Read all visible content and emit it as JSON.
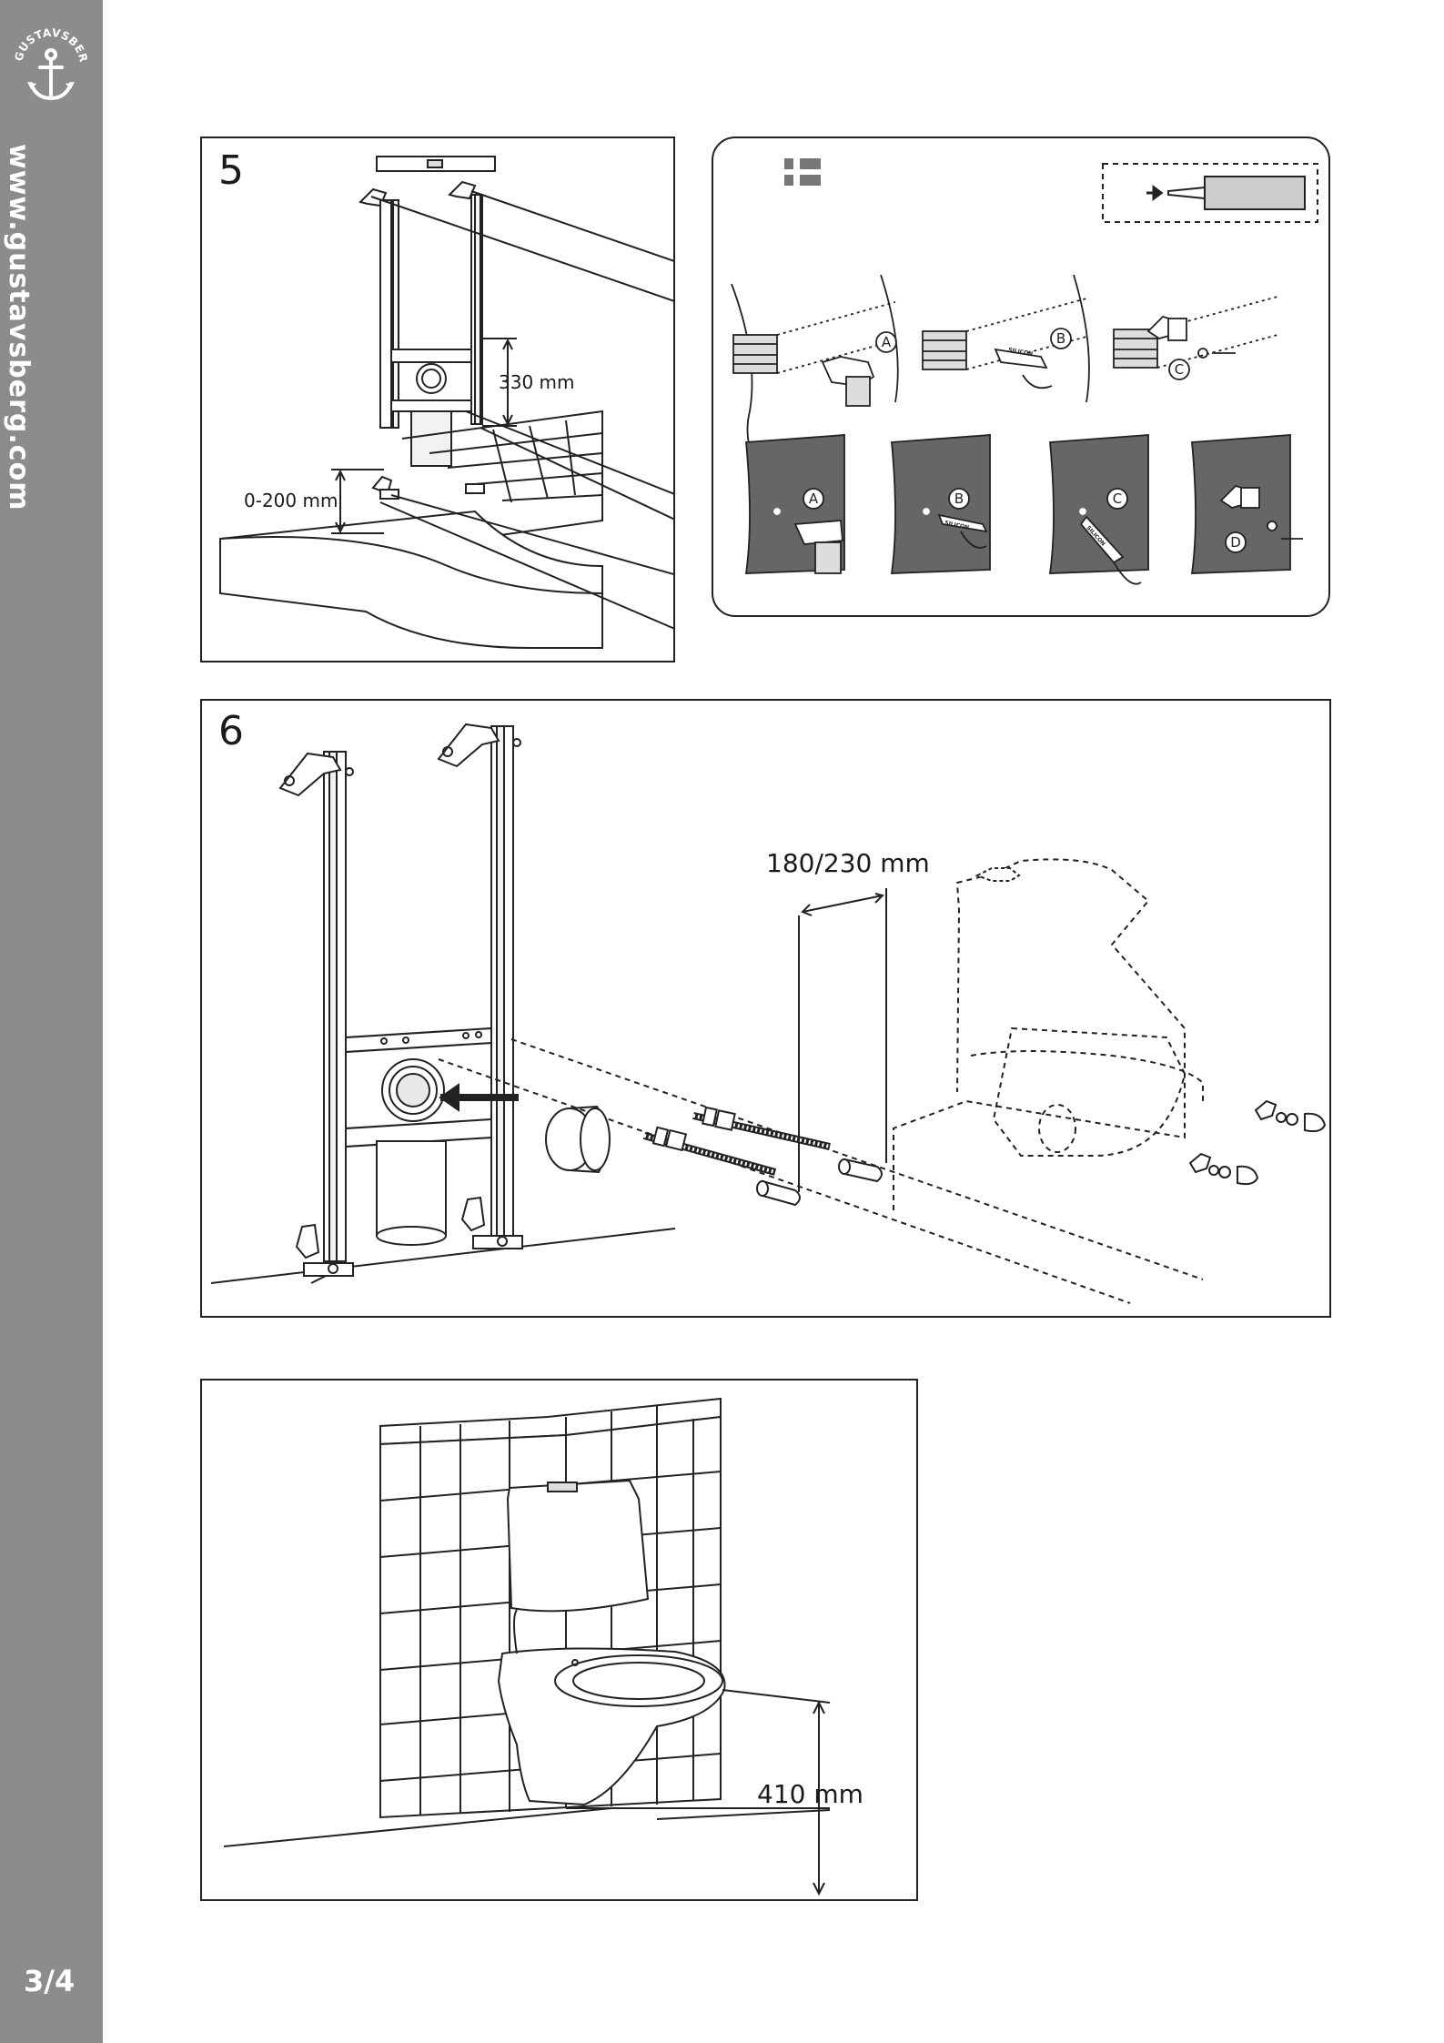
{
  "sidebar": {
    "logo_text": "GUSTAVSBERG",
    "url": "www.gustavsberg.com",
    "page_number": "3/4",
    "background_color": "#8c8c8c"
  },
  "step5": {
    "number": "5",
    "dim_330": "330 mm",
    "dim_0_200": "0-200 mm",
    "detail": {
      "flag_icon": "swedish-flag-icon",
      "sealant_icon": "sealant-tube-icon",
      "wood_labels": [
        "A",
        "B",
        "C"
      ],
      "wall_labels": [
        "A",
        "B",
        "C",
        "D"
      ],
      "tube_text": "SILICON"
    }
  },
  "step6": {
    "number": "6",
    "dim_width": "180/230 mm"
  },
  "step7": {
    "dim_height": "410 mm"
  }
}
